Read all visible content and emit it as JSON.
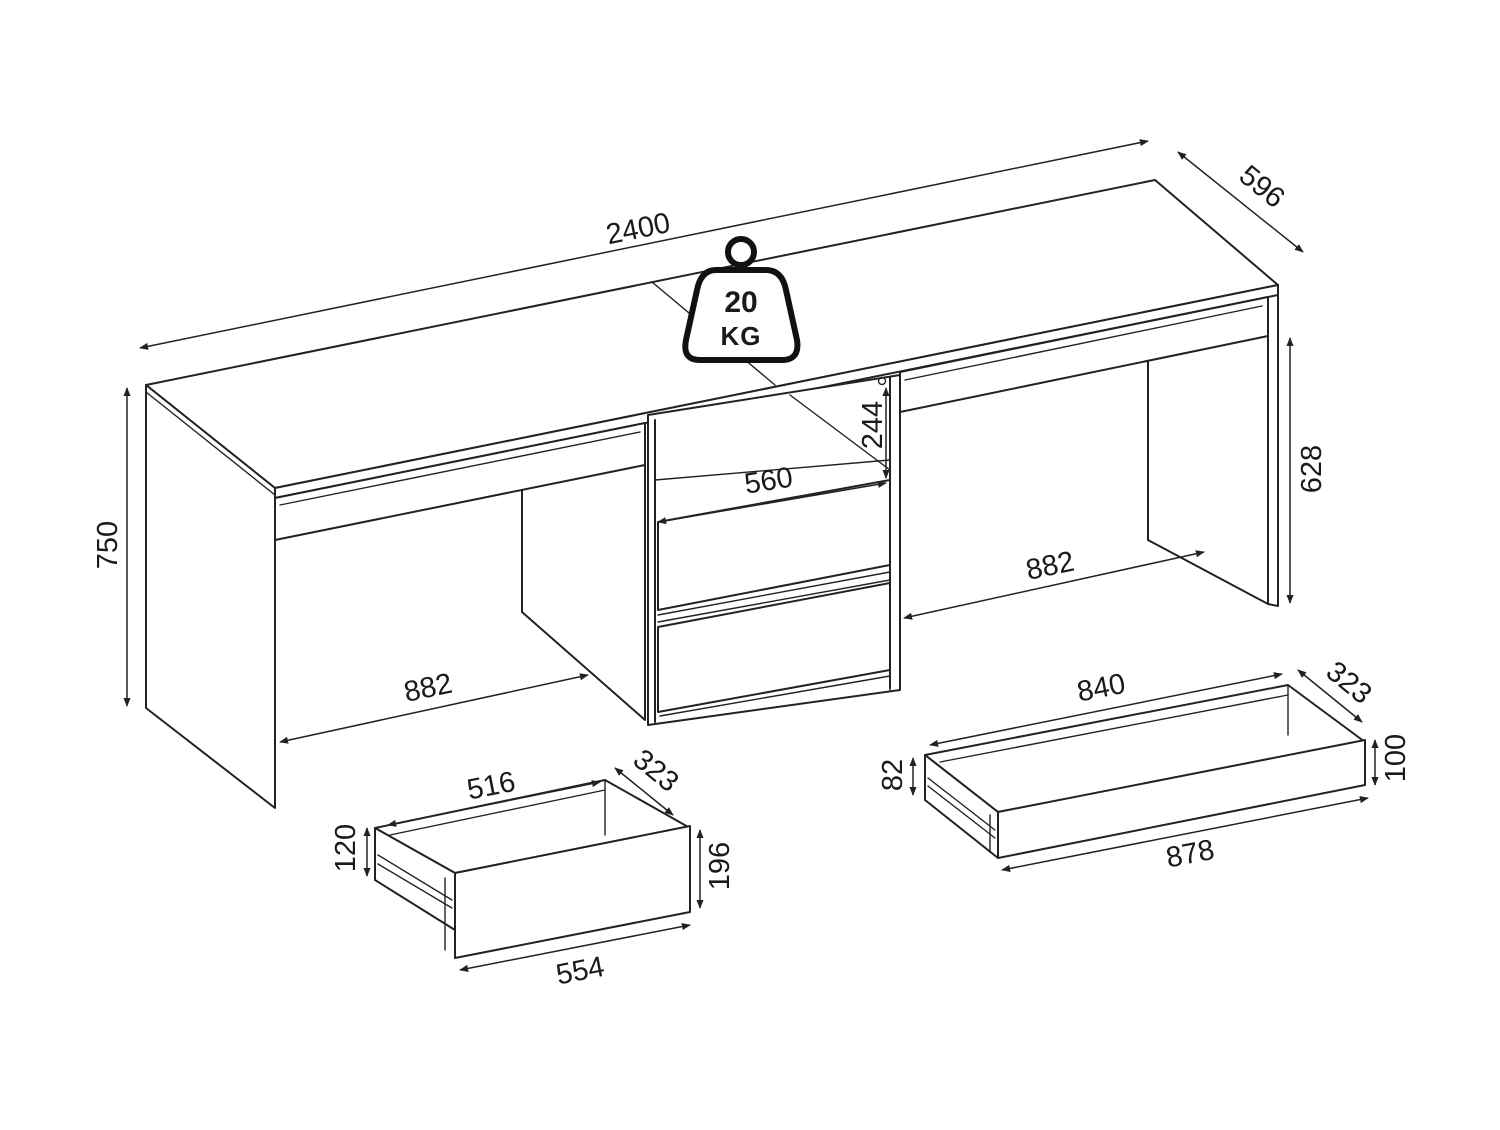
{
  "weight_badge": {
    "value": "20",
    "unit": "KG"
  },
  "desk_dimensions": {
    "total_width": "2400",
    "depth": "596",
    "height": "750",
    "leg_clearance_height": "628",
    "left_knee_width": "882",
    "right_knee_width": "882",
    "shelf_height": "244",
    "cabinet_width": "560"
  },
  "small_drawer": {
    "inner_width": "516",
    "depth": "323",
    "box_height": "120",
    "front_height": "196",
    "front_width": "554"
  },
  "large_drawer": {
    "inner_width": "840",
    "depth": "323",
    "box_height": "82",
    "front_height": "100",
    "front_width": "878"
  }
}
